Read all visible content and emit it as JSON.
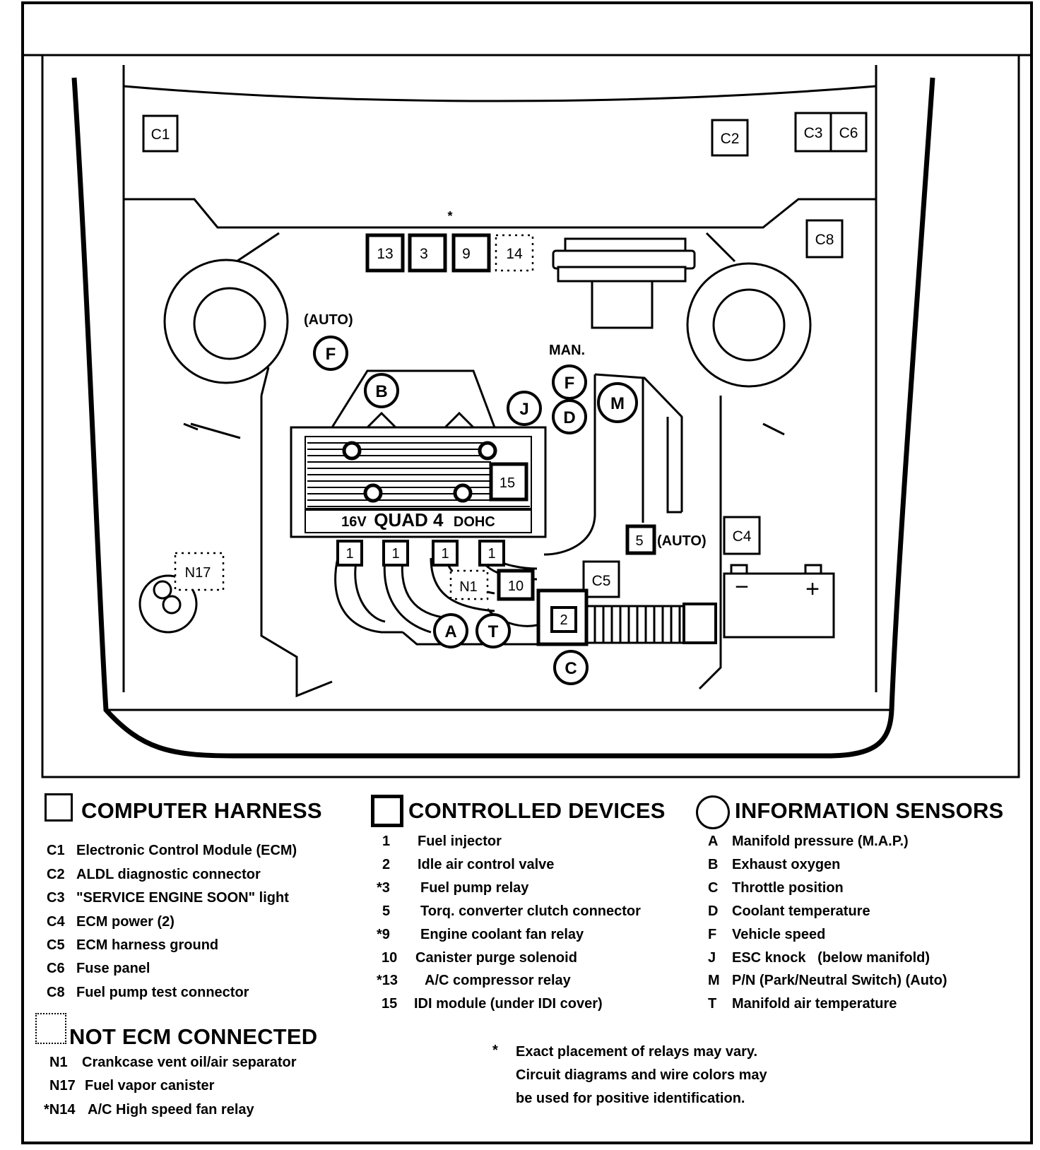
{
  "diagram": {
    "harness_connectors": [
      "C1",
      "C2",
      "C3",
      "C6",
      "C8",
      "C4",
      "C5"
    ],
    "controlled_devices": [
      "13",
      "3",
      "9",
      "1",
      "1",
      "1",
      "1",
      "10",
      "2",
      "5",
      "15"
    ],
    "not_ecm_connected": [
      "14",
      "N17",
      "N1"
    ],
    "sensors": [
      "F",
      "F",
      "B",
      "J",
      "D",
      "M",
      "A",
      "T",
      "C"
    ],
    "relay_asterisk": "*",
    "auto_label_f": "(AUTO)",
    "man_label": "MAN.",
    "auto_label_5": "(AUTO)",
    "engine_cover": {
      "prefix": "16V",
      "main": "QUAD 4",
      "suffix": "DOHC"
    },
    "battery": {
      "minus": "−",
      "plus": "+"
    }
  },
  "legend": {
    "computer_harness": {
      "title": "COMPUTER HARNESS",
      "items": [
        {
          "code": "C1",
          "text": "Electronic Control Module (ECM)"
        },
        {
          "code": "C2",
          "text": "ALDL diagnostic connector"
        },
        {
          "code": "C3",
          "text": "\"SERVICE ENGINE SOON\" light"
        },
        {
          "code": "C4",
          "text": "ECM power  (2)"
        },
        {
          "code": "C5",
          "text": "ECM harness ground"
        },
        {
          "code": "C6",
          "text": "Fuse panel"
        },
        {
          "code": "C8",
          "text": "Fuel pump test connector"
        }
      ]
    },
    "not_ecm": {
      "title": "NOT ECM CONNECTED",
      "items": [
        {
          "code": "N1",
          "text": "Crankcase vent oil/air separator"
        },
        {
          "code": "N17",
          "text": "Fuel vapor canister"
        },
        {
          "code": "*N14",
          "text": "A/C High speed fan relay"
        }
      ]
    },
    "controlled_devices": {
      "title": "CONTROLLED DEVICES",
      "items": [
        {
          "code": "1",
          "text": "Fuel injector"
        },
        {
          "code": "2",
          "text": "Idle air control valve"
        },
        {
          "code": "*3",
          "text": "Fuel pump relay"
        },
        {
          "code": "5",
          "text": "Torq. converter clutch connector"
        },
        {
          "code": "*9",
          "text": "Engine coolant fan relay"
        },
        {
          "code": "10",
          "text": "Canister purge solenoid"
        },
        {
          "code": "*13",
          "text": "A/C compressor relay"
        },
        {
          "code": "15",
          "text": "IDI module (under IDI cover)"
        }
      ]
    },
    "information_sensors": {
      "title": "INFORMATION SENSORS",
      "items": [
        {
          "code": "A",
          "text": "Manifold pressure (M.A.P.)"
        },
        {
          "code": "B",
          "text": "Exhaust oxygen"
        },
        {
          "code": "C",
          "text": "Throttle position"
        },
        {
          "code": "D",
          "text": "Coolant temperature"
        },
        {
          "code": "F",
          "text": "Vehicle speed"
        },
        {
          "code": "J",
          "text": "ESC knock   (below manifold)"
        },
        {
          "code": "M",
          "text": "P/N (Park/Neutral Switch) (Auto)"
        },
        {
          "code": "T",
          "text": "Manifold air temperature"
        }
      ]
    },
    "footnote": {
      "star": "*",
      "lines": [
        "Exact placement of relays may vary.",
        "Circuit diagrams and wire colors may",
        "be used for positive identification."
      ]
    }
  }
}
